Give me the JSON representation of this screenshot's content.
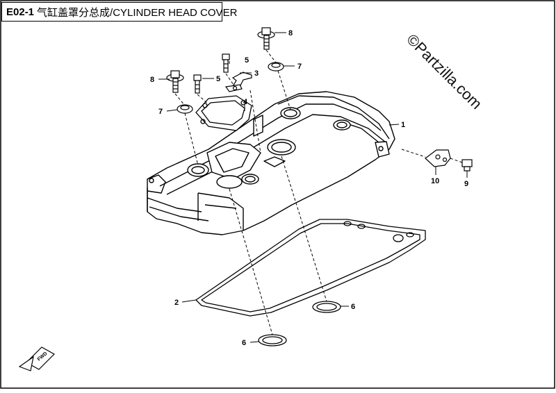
{
  "diagram": {
    "code": "E02-1",
    "title": "气缸盖罩分总成/CYLINDER HEAD COVER",
    "watermark": "©Partzilla.com",
    "fwd_label": "FWD"
  },
  "callouts": [
    {
      "id": "c8a",
      "text": "8"
    },
    {
      "id": "c8b",
      "text": "8"
    },
    {
      "id": "c7a",
      "text": "7"
    },
    {
      "id": "c7b",
      "text": "7"
    },
    {
      "id": "c5a",
      "text": "5"
    },
    {
      "id": "c5b",
      "text": "5"
    },
    {
      "id": "c3",
      "text": "3"
    },
    {
      "id": "c4",
      "text": "4"
    },
    {
      "id": "c1",
      "text": "1"
    },
    {
      "id": "c10",
      "text": "10"
    },
    {
      "id": "c9",
      "text": "9"
    },
    {
      "id": "c2",
      "text": "2"
    },
    {
      "id": "c6a",
      "text": "6"
    },
    {
      "id": "c6b",
      "text": "6"
    }
  ]
}
